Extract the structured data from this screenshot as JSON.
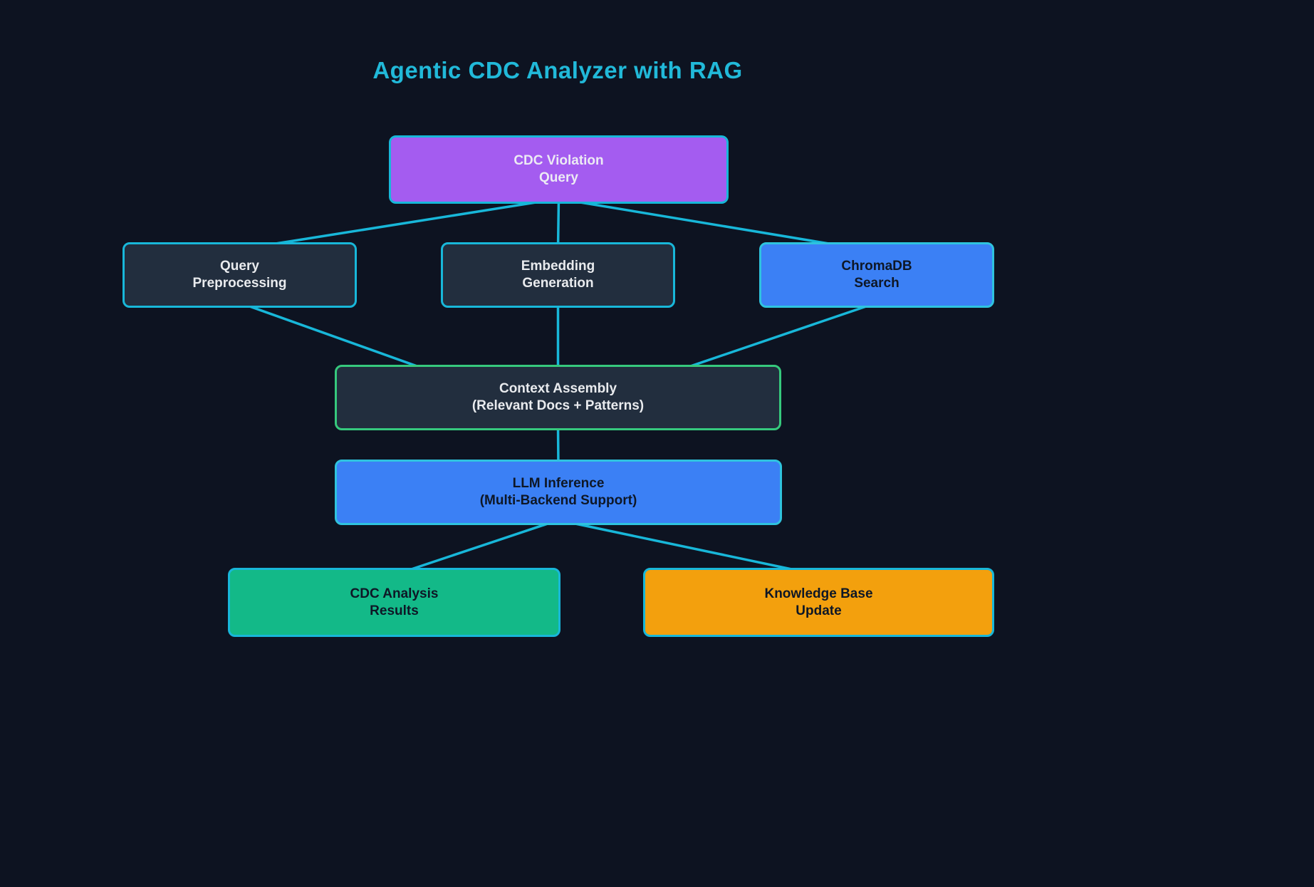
{
  "title": "Agentic CDC Analyzer with RAG",
  "colors": {
    "background": "#0d1321",
    "accent_cyan": "#18b7d9",
    "title_cyan": "#21b9d9",
    "purple": "#a45cf0",
    "slate": "#222e3e",
    "blue": "#3b80f5",
    "green": "#13b988",
    "orange": "#f3a00d",
    "green_border": "#36c97d"
  },
  "nodes": {
    "cdc_violation_query": {
      "line1": "CDC Violation",
      "line2": "Query"
    },
    "query_preprocessing": {
      "line1": "Query",
      "line2": "Preprocessing"
    },
    "embedding_generation": {
      "line1": "Embedding",
      "line2": "Generation"
    },
    "chromadb_search": {
      "line1": "ChromaDB",
      "line2": "Search"
    },
    "context_assembly": {
      "line1": "Context Assembly",
      "line2": "(Relevant Docs + Patterns)"
    },
    "llm_inference": {
      "line1": "LLM Inference",
      "line2": "(Multi-Backend Support)"
    },
    "cdc_analysis_results": {
      "line1": "CDC Analysis",
      "line2": "Results"
    },
    "knowledge_base_update": {
      "line1": "Knowledge Base",
      "line2": "Update"
    }
  },
  "edges": [
    {
      "from": "cdc_violation_query",
      "to": "query_preprocessing"
    },
    {
      "from": "cdc_violation_query",
      "to": "embedding_generation"
    },
    {
      "from": "cdc_violation_query",
      "to": "chromadb_search"
    },
    {
      "from": "query_preprocessing",
      "to": "context_assembly"
    },
    {
      "from": "embedding_generation",
      "to": "context_assembly"
    },
    {
      "from": "chromadb_search",
      "to": "context_assembly"
    },
    {
      "from": "context_assembly",
      "to": "llm_inference"
    },
    {
      "from": "llm_inference",
      "to": "cdc_analysis_results"
    },
    {
      "from": "llm_inference",
      "to": "knowledge_base_update"
    }
  ]
}
